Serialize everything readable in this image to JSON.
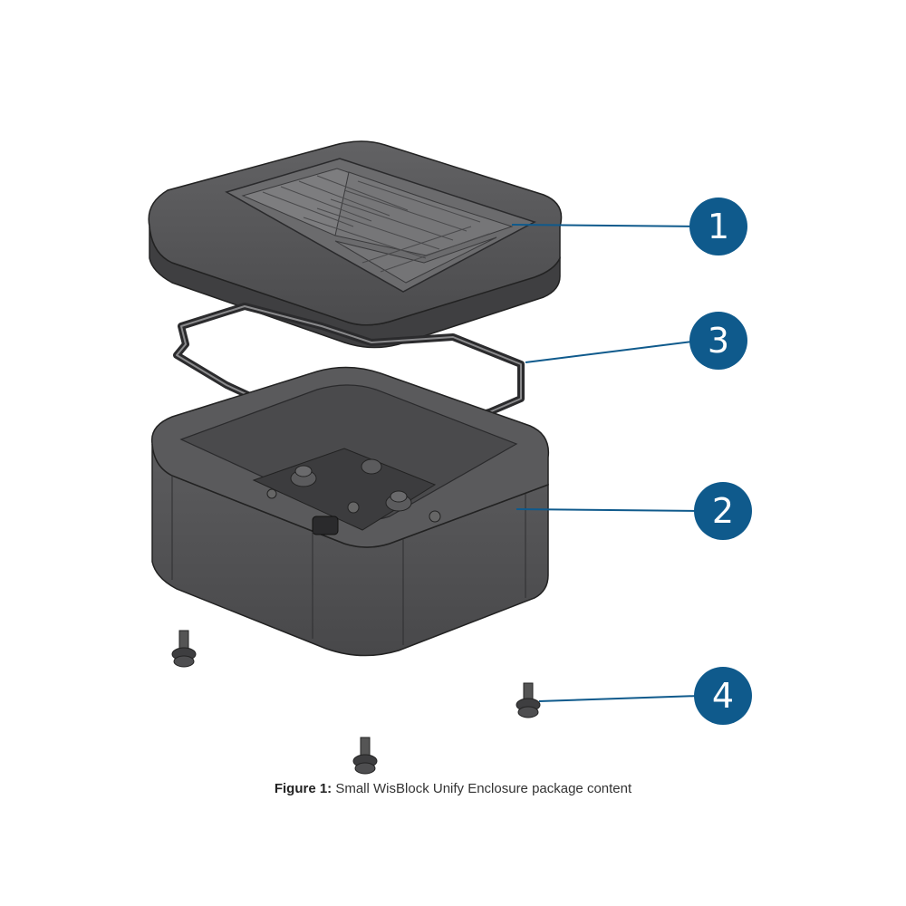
{
  "colors": {
    "callout": "#0f5a8c",
    "leader_line": "#0f5a8c",
    "part_dark": "#4a4a4c",
    "part_mid": "#5a5a5c",
    "part_light": "#6b6b6d",
    "panel": "#7a7a7c",
    "gasket": "#3a3a3c"
  },
  "callouts": [
    "1",
    "3",
    "2",
    "4"
  ],
  "parts": {
    "lid": "lid-with-solar-panel",
    "gasket": "gasket-seal",
    "base": "enclosure-base",
    "screws": "mounting-screws"
  },
  "caption": {
    "label": "Figure 1:",
    "text": "Small WisBlock Unify Enclosure package content"
  }
}
